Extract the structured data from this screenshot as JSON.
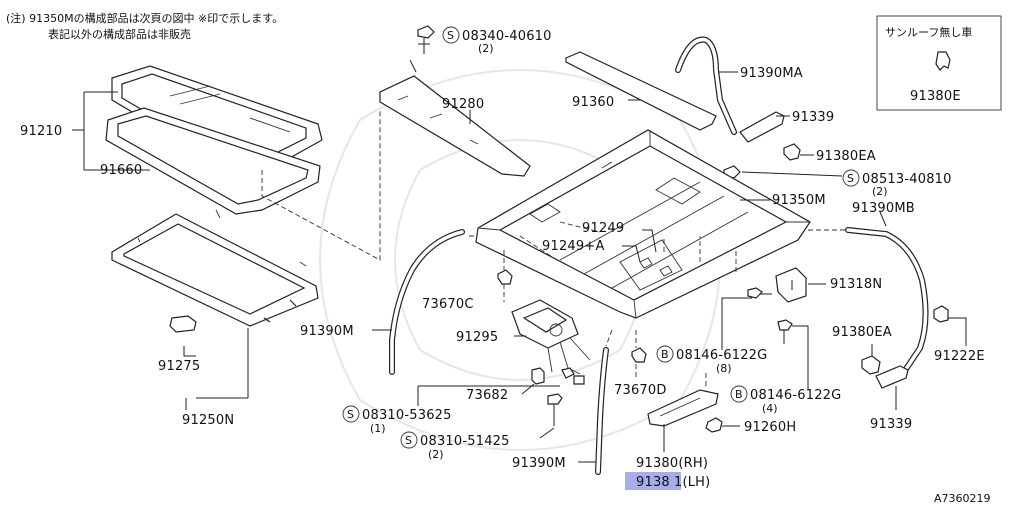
{
  "note": {
    "line1": "(注) 91350Mの構成部品は次頁の図中 ※印で示します。",
    "line2": "表記以外の構成部品は非販売"
  },
  "inset": {
    "title": "サンルーフ無し車",
    "part": "91380E"
  },
  "labels": {
    "p91210": "91210",
    "p91660": "91660",
    "p91250n": "91250N",
    "p91275": "91275",
    "p91280": "91280",
    "p91360": "91360",
    "p91390ma": "91390MA",
    "p91339a": "91339",
    "p91380ea_a": "91380EA",
    "p91350m": "91350M",
    "p91390mb": "91390MB",
    "p91249": "91249",
    "p91249a": "91249+A",
    "p73670c": "73670C",
    "p91390m_a": "91390M",
    "p91295": "91295",
    "p73682": "73682",
    "p91318n": "91318N",
    "p91380ea_b": "91380EA",
    "p91222e": "91222E",
    "p73670d": "73670D",
    "p91339b": "91339",
    "p91260h": "91260H",
    "p91390m_b": "91390M",
    "p91380rh": "91380(RH)",
    "p91381_hl": "9138",
    "p91381_rest": "1(LH)"
  },
  "screws": {
    "s1": {
      "mark": "S",
      "code": "08340-40610",
      "qty": "(2)"
    },
    "s2": {
      "mark": "S",
      "code": "08513-40810",
      "qty": "(2)"
    },
    "s3": {
      "mark": "S",
      "code": "08310-53625",
      "qty": "(1)"
    },
    "s4": {
      "mark": "S",
      "code": "08310-51425",
      "qty": "(2)"
    },
    "b1": {
      "mark": "B",
      "code": "08146-6122G",
      "qty": "(8)"
    },
    "b2": {
      "mark": "B",
      "code": "08146-6122G",
      "qty": "(4)"
    }
  },
  "ref": "A7360219",
  "colors": {
    "highlight": "#9fa4e8",
    "line": "#222222"
  }
}
